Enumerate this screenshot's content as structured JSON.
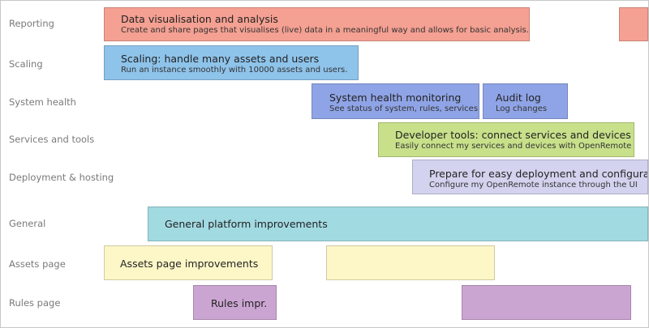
{
  "rows": [
    {
      "label": "Reporting"
    },
    {
      "label": "Scaling"
    },
    {
      "label": "System health"
    },
    {
      "label": "Services and tools"
    },
    {
      "label": "Deployment & hosting"
    },
    {
      "label": "General"
    },
    {
      "label": "Assets page"
    },
    {
      "label": "Rules page"
    }
  ],
  "items": {
    "reporting": {
      "title": "Data visualisation and analysis",
      "description": "Create and share pages that visualises (live) data in a meaningful way and allows for basic analysis."
    },
    "scaling": {
      "title": "Scaling: handle many assets and users",
      "description": "Run an instance smoothly with 10000 assets and users."
    },
    "system_health": {
      "title": "System health monitoring",
      "description": "See status of system, rules, services."
    },
    "audit_log": {
      "title": "Audit log",
      "description": "Log changes"
    },
    "developer_tools": {
      "title": "Developer tools: connect services and devices",
      "description": "Easily connect my services and devices with OpenRemote"
    },
    "deployment": {
      "title": "Prepare for easy deployment and configuration",
      "description": "Configure my OpenRemote instance through the UI"
    },
    "general": {
      "title": "General platform improvements"
    },
    "assets_page": {
      "title": "Assets page improvements"
    },
    "rules_page": {
      "title": "Rules impr."
    }
  },
  "colors": {
    "reporting": "#f4a092",
    "scaling": "#8ec3ea",
    "system_health": "#8fa4e6",
    "services_tools": "#c8e08a",
    "deployment": "#d3d3ef",
    "general": "#a2dae2",
    "assets_page": "#fdf7c7",
    "rules_page": "#cba5d2"
  }
}
